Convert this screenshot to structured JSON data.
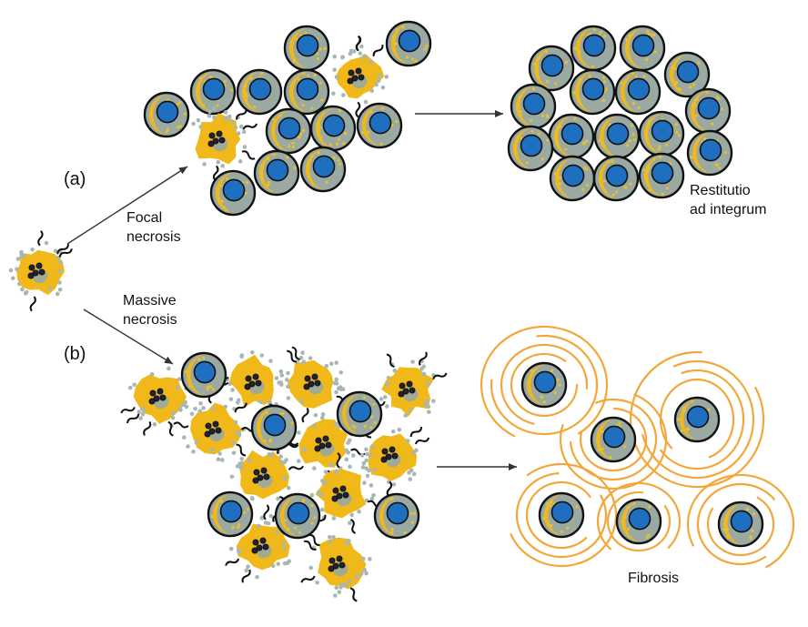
{
  "labels": {
    "panel_a": "(a)",
    "panel_b": "(b)",
    "focal_line1": "Focal",
    "focal_line2": "necrosis",
    "massive_line1": "Massive",
    "massive_line2": "necrosis",
    "restitutio_line1": "Restitutio",
    "restitutio_line2": "ad integrum",
    "fibrosis": "Fibrosis"
  },
  "colors": {
    "cytoplasm": "#9aa9a2",
    "yellow": "#f0b818",
    "nucleus": "#1f6fc0",
    "outline": "#111111",
    "granule": "#e8c030",
    "debris": "#a9b7b4",
    "fiber": "#f3a73a",
    "arrow": "#333333"
  }
}
